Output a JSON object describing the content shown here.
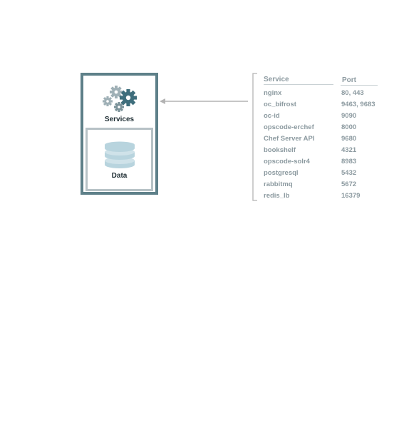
{
  "server": {
    "services_label": "Services",
    "data_label": "Data"
  },
  "table": {
    "headers": {
      "service": "Service",
      "port": "Port"
    },
    "rows": [
      {
        "service": "nginx",
        "port": "80, 443"
      },
      {
        "service": "oc_bifrost",
        "port": "9463, 9683"
      },
      {
        "service": "oc-id",
        "port": "9090"
      },
      {
        "service": "opscode-erchef",
        "port": "8000"
      },
      {
        "service": "Chef Server API",
        "port": "9680"
      },
      {
        "service": "bookshelf",
        "port": "4321"
      },
      {
        "service": "opscode-solr4",
        "port": "8983"
      },
      {
        "service": "postgresql",
        "port": "5432"
      },
      {
        "service": "rabbitmq",
        "port": "5672"
      },
      {
        "service": "redis_lb",
        "port": "16379"
      }
    ]
  },
  "colors": {
    "server_border": "#5e8089",
    "data_border": "#b7c2c6",
    "gear_dark": "#3f6e7c",
    "gear_light": "#9fb0b6",
    "database": "#b8d4de",
    "table_text": "#8c9aa0",
    "connector": "#b3b3b3"
  },
  "icons": {
    "services": "gears-icon",
    "data": "database-icon",
    "connector": "arrow-left-icon"
  }
}
